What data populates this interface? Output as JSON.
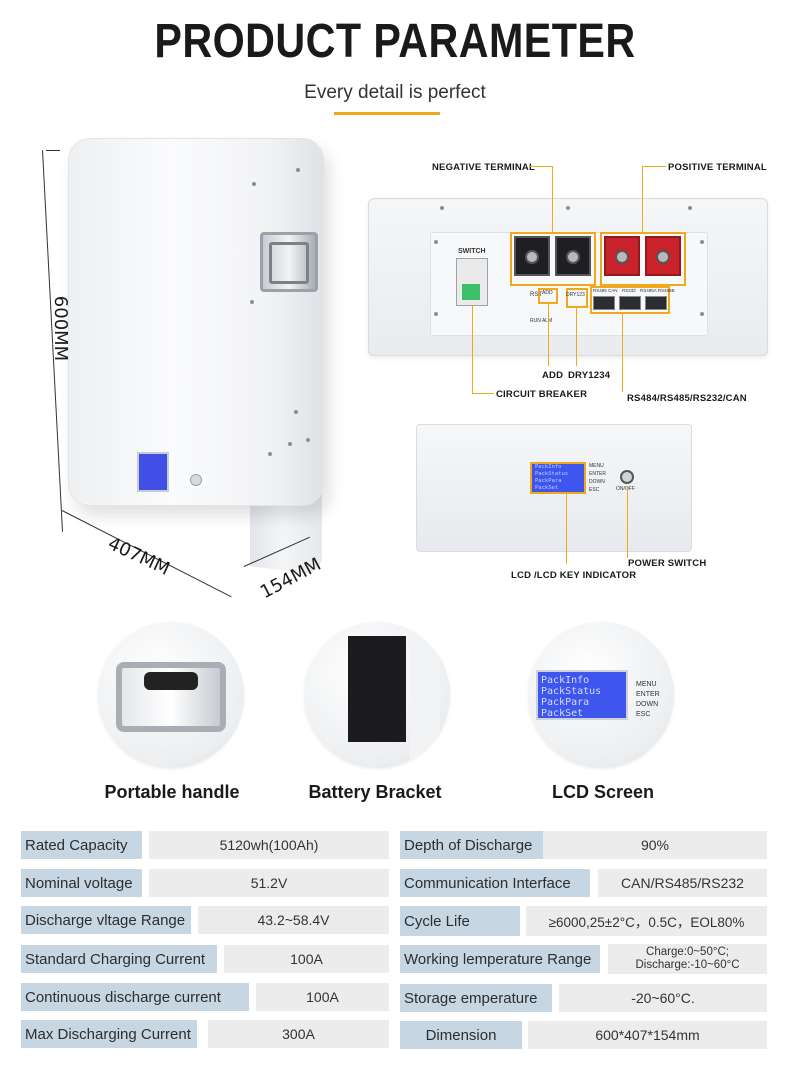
{
  "header": {
    "title": "PRODUCT PARAMETER",
    "subtitle": "Every detail is perfect"
  },
  "dimensions": {
    "height": "600MM",
    "width": "407MM",
    "depth": "154MM"
  },
  "callouts": {
    "negative_terminal": "NEGATIVE TERMINAL",
    "positive_terminal": "POSITIVE TERMINAL",
    "switch": "SWITCH",
    "add": "ADD",
    "dry": "DRY1234",
    "circuit_breaker": "CIRCUIT BREAKER",
    "comm": "RS484/RS485/RS232/CAN",
    "lcd_key": "LCD /LCD KEY INDICATOR",
    "power_switch": "POWER SWITCH",
    "on_off": "ON/OFF",
    "port_labels": [
      "RS485 CAN",
      "RS232",
      "RS485A RS485B"
    ],
    "dry_label": "DRY123",
    "rst_label": "RST",
    "run_alm": "RUN ALM"
  },
  "lcd_menu": {
    "lines": [
      "PackInfo",
      "PackStatus",
      "PackPara",
      "PackSet"
    ],
    "keys": [
      "MENU",
      "ENTER",
      "DOWN",
      "ESC"
    ]
  },
  "features": [
    {
      "label": "Portable handle"
    },
    {
      "label": "Battery Bracket"
    },
    {
      "label": "LCD Screen"
    }
  ],
  "specs": {
    "left": [
      {
        "label": "Rated Capacity",
        "value": "5120wh(100Ah)"
      },
      {
        "label": "Nominal voltage",
        "value": "51.2V"
      },
      {
        "label": "Discharge vltage Range",
        "value": "43.2~58.4V"
      },
      {
        "label": "Standard Charging Current",
        "value": "100A"
      },
      {
        "label": "Continuous discharge current",
        "value": "100A"
      },
      {
        "label": "Max Discharging Current",
        "value": "300A"
      }
    ],
    "right": [
      {
        "label": "Depth of Discharge",
        "value": "90%"
      },
      {
        "label": "Communication Interface",
        "value": "CAN/RS485/RS232"
      },
      {
        "label": "Cycle Life",
        "value": "≥6000,25±2°C，0.5C，EOL80%"
      },
      {
        "label": "Working lemperature Range",
        "value_line1": "Charge:0~50°C;",
        "value_line2": "Discharge:-10~60°C"
      },
      {
        "label": "Storage emperature",
        "value": "-20~60°C."
      },
      {
        "label": "Dimension",
        "value": "600*407*154mm"
      }
    ]
  },
  "colors": {
    "accent": "#f0a81c",
    "label_bg": "#c7d6e3",
    "value_bg": "#ececec",
    "lcd_blue": "#3e56ee"
  }
}
